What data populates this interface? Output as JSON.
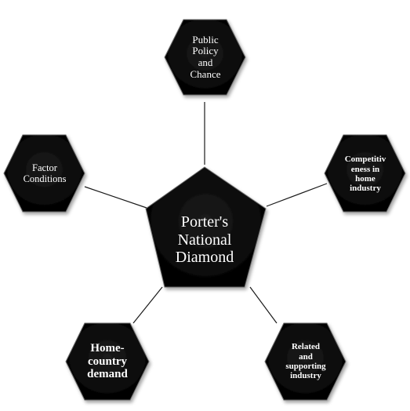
{
  "diagram": {
    "center": {
      "label": "Porter's\nNational\nDiamond"
    },
    "nodes": [
      {
        "id": "public-policy",
        "label": "Public\nPolicy\nand\nChance"
      },
      {
        "id": "factor-conditions",
        "label": "Factor\nConditions"
      },
      {
        "id": "competitiveness",
        "label": "Competitiv\neness in\nhome\nindustry"
      },
      {
        "id": "home-country-demand",
        "label": "Home-\ncountry\ndemand"
      },
      {
        "id": "related-supporting",
        "label": "Related\nand\nsupporting\nindustry"
      }
    ],
    "colors": {
      "shape_fill": "#050505",
      "shape_stroke": "#6b6b6b",
      "connector": "#1a1a1a",
      "text": "#ffffff"
    }
  }
}
